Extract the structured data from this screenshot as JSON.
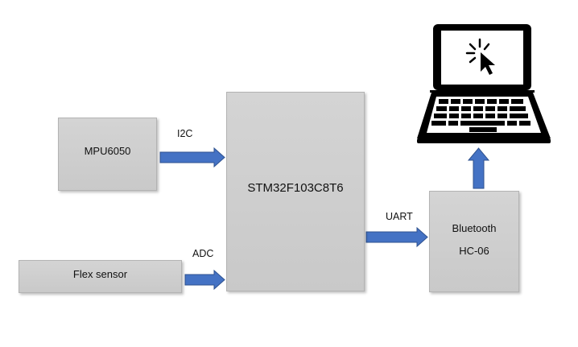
{
  "blocks": {
    "mpu": "MPU6050",
    "flex": "Flex sensor",
    "mcu": "STM32F103C8T6",
    "bluetooth_line1": "Bluetooth",
    "bluetooth_line2": "HC-06"
  },
  "links": {
    "i2c": "I2C",
    "adc": "ADC",
    "uart": "UART"
  },
  "icons": {
    "laptop": "laptop-icon",
    "cursor": "click-cursor-icon"
  },
  "colors": {
    "arrow_fill": "#4472c4",
    "arrow_stroke": "#2f528f",
    "block_fill": "#cfcfcf",
    "laptop": "#000000"
  }
}
